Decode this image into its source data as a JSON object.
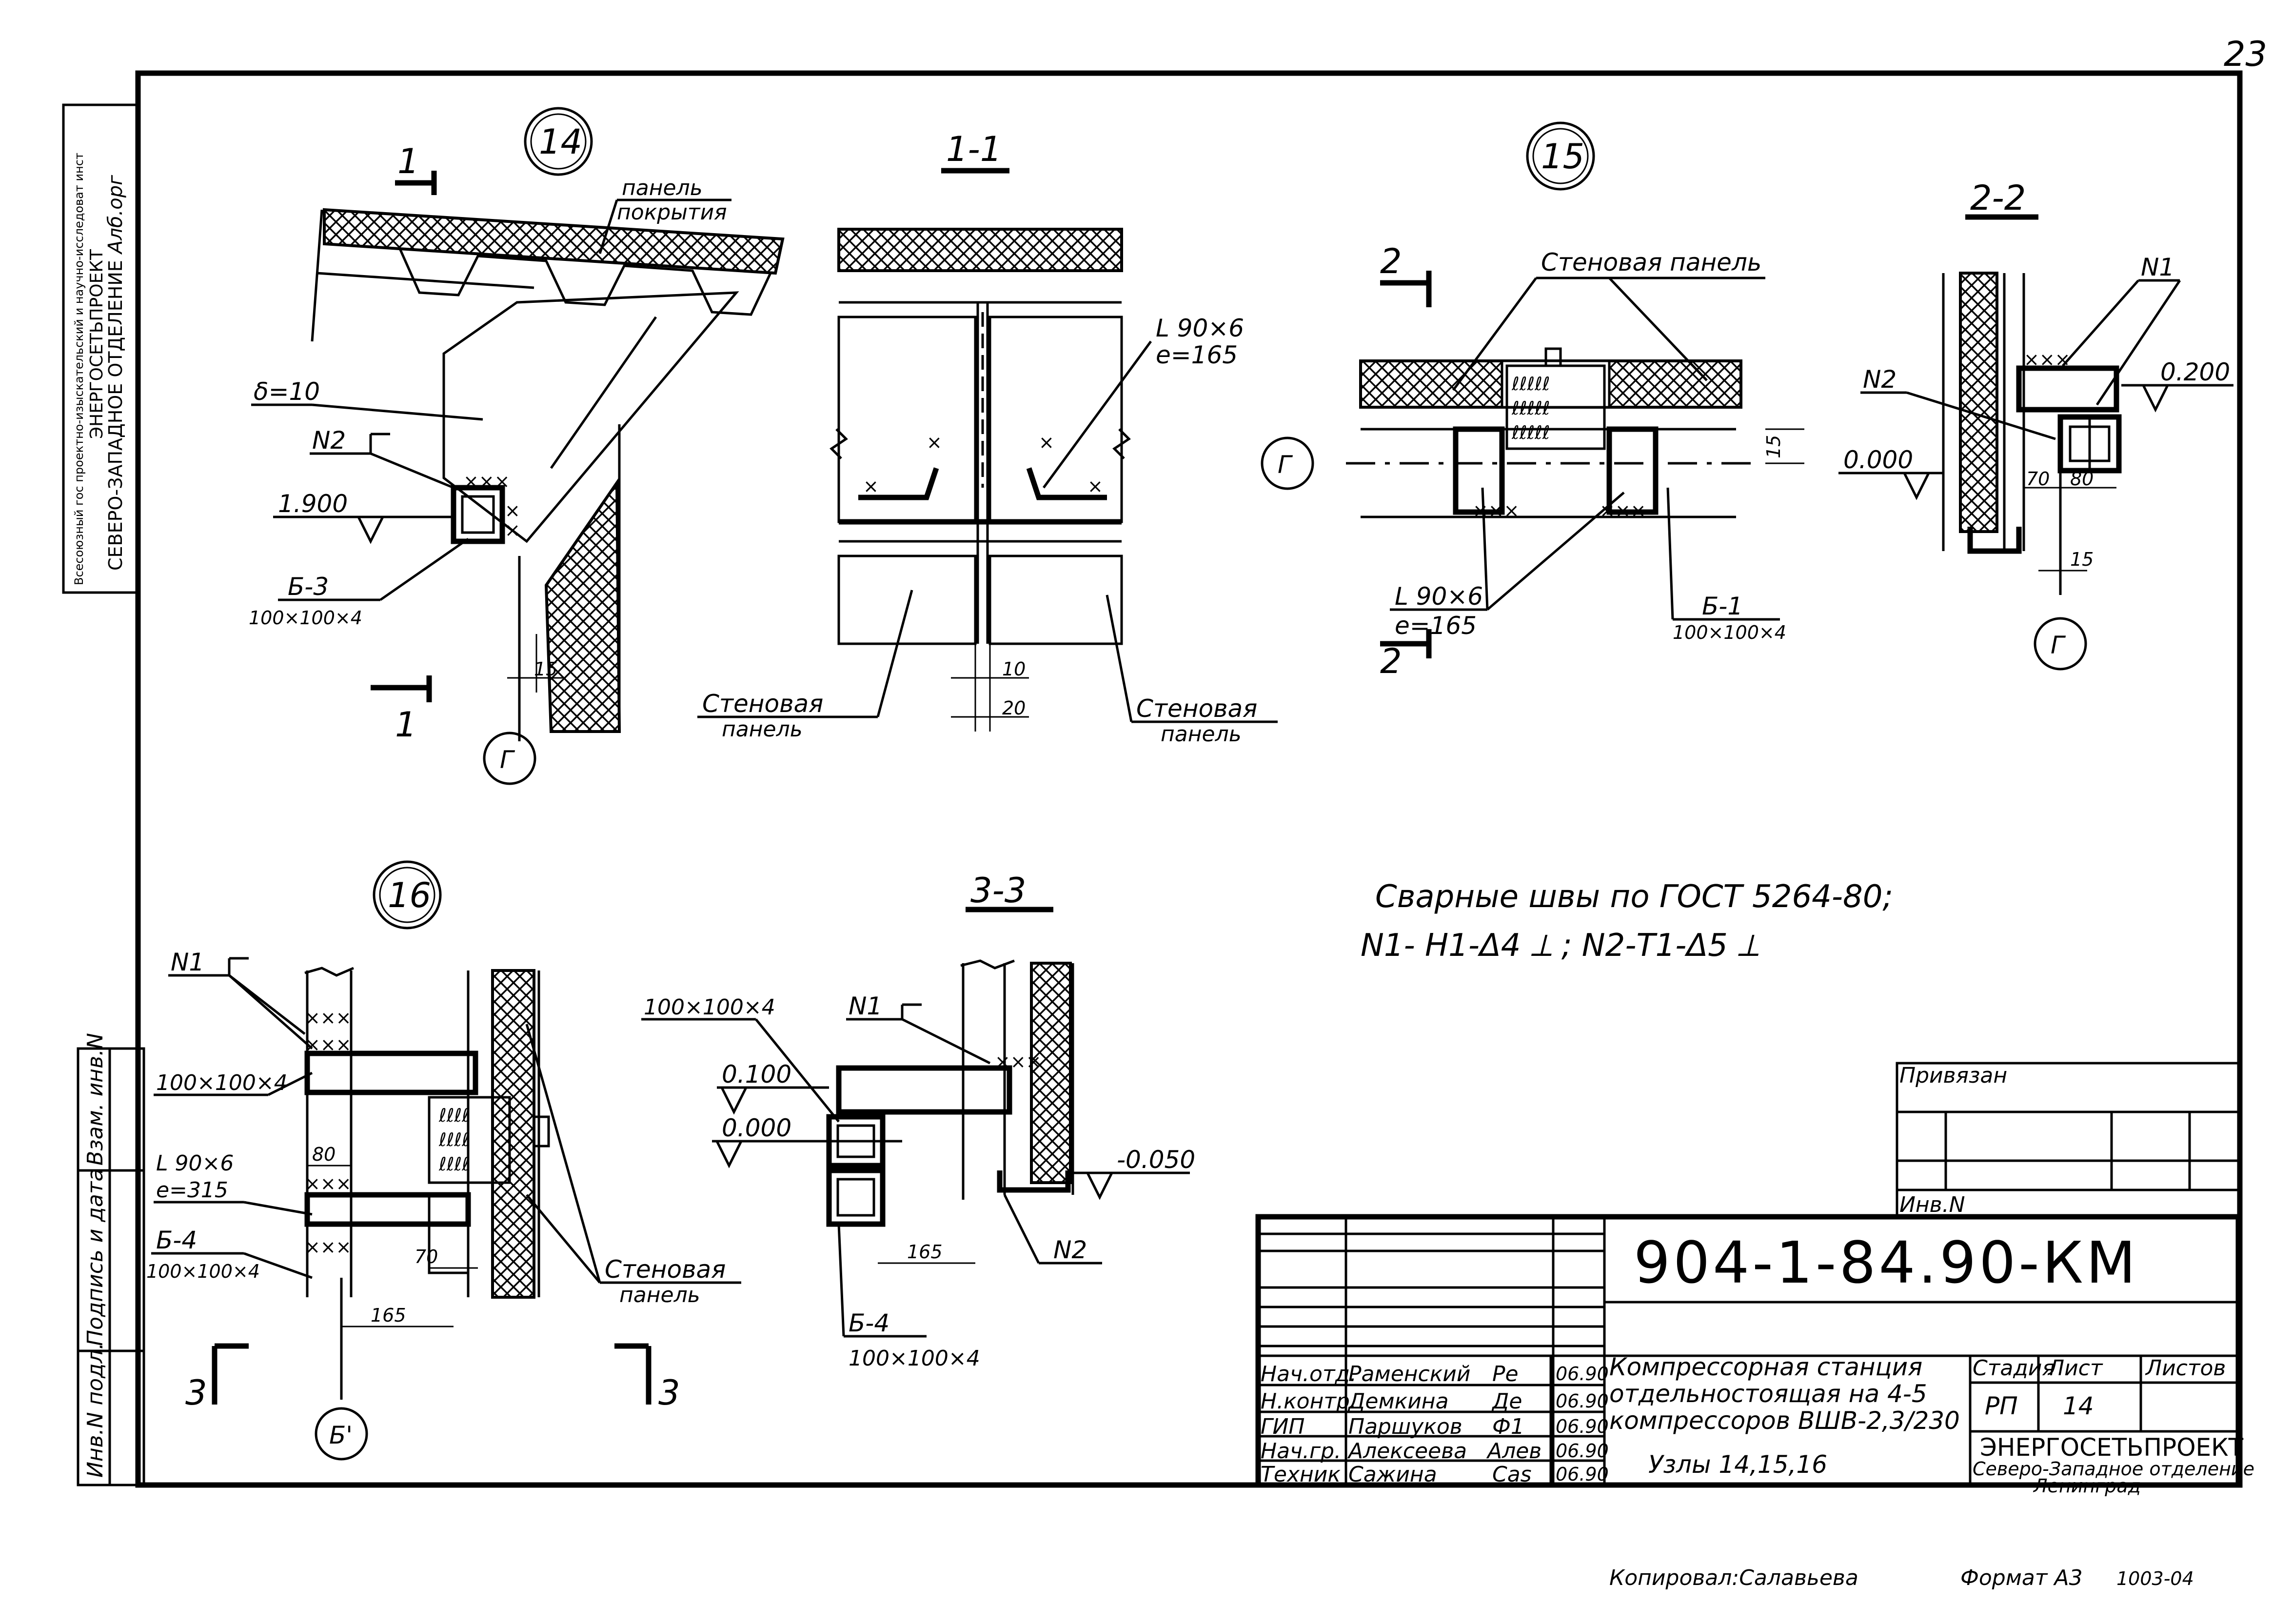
{
  "page_number": "23",
  "stamp": {
    "line1": "Всесоюзный гос проектно-изыскательский и научно-исследоват инст",
    "line2": "ЭНЕРГОСЕТЬПРОЕКТ",
    "line3": "СЕВЕРО-ЗАПАДНОЕ ОТДЕЛЕНИЕ",
    "signature": "Алб.орг"
  },
  "side_table": {
    "labels": [
      "Инв.N подл.",
      "Подпись и дата",
      "Взам. инв.N"
    ]
  },
  "nodes": {
    "n14": "14",
    "n15": "15",
    "n16": "16"
  },
  "sections": {
    "s11": "1-1",
    "s22": "2-2",
    "s33": "3-3",
    "cut1": "1",
    "cut2": "2",
    "cut3": "3"
  },
  "axes": {
    "g": "Г",
    "b": "Б'"
  },
  "node14": {
    "panel_roof_1": "панель",
    "panel_roof_2": "покрытия",
    "delta": "δ=10",
    "n2": "N2",
    "elev": "1.900",
    "beam_1": "Б-3",
    "beam_2": "100×100×4",
    "dim15": "15"
  },
  "sec11": {
    "angle_1": "L 90×6",
    "angle_2": "e=165",
    "panel_left_1": "Стеновая",
    "panel_left_2": "панель",
    "panel_right_1": "Стеновая",
    "panel_right_2": "панель",
    "dim10": "10",
    "dim20": "20"
  },
  "node15": {
    "panel": "Стеновая панель",
    "dim15": "15",
    "angle_1": "L 90×6",
    "angle_2": "e=165",
    "beam_1": "Б-1",
    "beam_2": "100×100×4"
  },
  "sec22": {
    "n1": "N1",
    "n2": "N2",
    "elev_top": "0.200",
    "elev_bot": "0.000",
    "dim70": "70",
    "dim80": "80",
    "dim15": "15"
  },
  "node16": {
    "n1": "N1",
    "tube": "100×100×4",
    "dim80": "80",
    "angle_1": "L 90×6",
    "angle_2": "e=315",
    "beam_1": "Б-4",
    "beam_2": "100×100×4",
    "dim70": "70",
    "dim165": "165",
    "panel_1": "Стеновая",
    "panel_2": "панель"
  },
  "sec33": {
    "tube": "100×100×4",
    "n1": "N1",
    "elev1": "0.100",
    "elev2": "0.000",
    "elev3": "-0.050",
    "dim165": "165",
    "n2": "N2",
    "beam_1": "Б-4",
    "beam_2": "100×100×4"
  },
  "notes": {
    "line1": "Сварные швы по ГОСТ 5264-80;",
    "line2": "N1- Н1-Δ4 ⟂ ; N2-Т1-Δ5 ⟂"
  },
  "title_block": {
    "privyazan": "Привязан",
    "inv": "Инв.N",
    "code": "904-1-84.90-КМ",
    "project_1": "Компрессорная станция",
    "project_2": "отдельностоящая на 4-5",
    "project_3": "компрессоров ВШВ-2,3/230",
    "sheet_title": "Узлы 14,15,16",
    "stage_h": "Стадия",
    "sheet_h": "Лист",
    "sheets_h": "Листов",
    "stage": "РП",
    "sheet": "14",
    "org_1": "ЭНЕРГОСЕТЬПРОЕКТ",
    "org_2": "Северо-Западное отделение",
    "org_3": "Ленинград",
    "roles": [
      "Нач.отд.",
      "Н.контр.",
      "ГИП",
      "Нач.гр.",
      "Техник"
    ],
    "names": [
      "Раменский",
      "Демкина",
      "Паршуков",
      "Алексеева",
      "Сажина"
    ],
    "dates": [
      "06.90",
      "06.90",
      "06.90",
      "06.90",
      "06.90"
    ],
    "sigs": [
      "Ре",
      "Де",
      "Ф1",
      "Алев",
      "Сas"
    ]
  },
  "footer": {
    "copied": "Копировал:Салавьева",
    "format": "Формат А3",
    "code": "1003-04"
  }
}
